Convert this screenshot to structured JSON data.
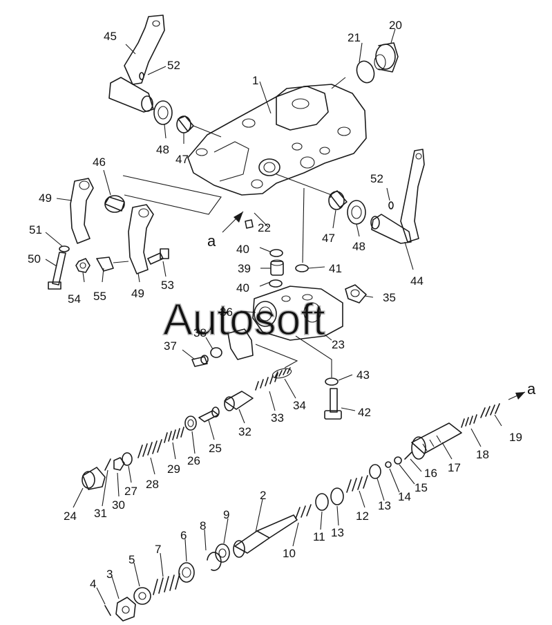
{
  "watermark": "Autosoft",
  "callouts": [
    {
      "id": "c1",
      "text": "1"
    },
    {
      "id": "c2",
      "text": "2"
    },
    {
      "id": "c3",
      "text": "3"
    },
    {
      "id": "c4",
      "text": "4"
    },
    {
      "id": "c5",
      "text": "5"
    },
    {
      "id": "c6",
      "text": "6"
    },
    {
      "id": "c7",
      "text": "7"
    },
    {
      "id": "c8",
      "text": "8"
    },
    {
      "id": "c9",
      "text": "9"
    },
    {
      "id": "c10",
      "text": "10"
    },
    {
      "id": "c11",
      "text": "11"
    },
    {
      "id": "c12",
      "text": "12"
    },
    {
      "id": "c13a",
      "text": "13"
    },
    {
      "id": "c13b",
      "text": "13"
    },
    {
      "id": "c14",
      "text": "14"
    },
    {
      "id": "c15",
      "text": "15"
    },
    {
      "id": "c16",
      "text": "16"
    },
    {
      "id": "c17",
      "text": "17"
    },
    {
      "id": "c18",
      "text": "18"
    },
    {
      "id": "c19",
      "text": "19"
    },
    {
      "id": "c20",
      "text": "20"
    },
    {
      "id": "c21",
      "text": "21"
    },
    {
      "id": "c22",
      "text": "22"
    },
    {
      "id": "c23",
      "text": "23"
    },
    {
      "id": "c24",
      "text": "24"
    },
    {
      "id": "c25",
      "text": "25"
    },
    {
      "id": "c26",
      "text": "26"
    },
    {
      "id": "c27",
      "text": "27"
    },
    {
      "id": "c28",
      "text": "28"
    },
    {
      "id": "c29",
      "text": "29"
    },
    {
      "id": "c30",
      "text": "30"
    },
    {
      "id": "c31",
      "text": "31"
    },
    {
      "id": "c32",
      "text": "32"
    },
    {
      "id": "c33",
      "text": "33"
    },
    {
      "id": "c34",
      "text": "34"
    },
    {
      "id": "c35",
      "text": "35"
    },
    {
      "id": "c36",
      "text": "36"
    },
    {
      "id": "c37",
      "text": "37"
    },
    {
      "id": "c38",
      "text": "38"
    },
    {
      "id": "c39",
      "text": "39"
    },
    {
      "id": "c40a",
      "text": "40"
    },
    {
      "id": "c40b",
      "text": "40"
    },
    {
      "id": "c41",
      "text": "41"
    },
    {
      "id": "c42",
      "text": "42"
    },
    {
      "id": "c43",
      "text": "43"
    },
    {
      "id": "c44",
      "text": "44"
    },
    {
      "id": "c45",
      "text": "45"
    },
    {
      "id": "c46",
      "text": "46"
    },
    {
      "id": "c47a",
      "text": "47"
    },
    {
      "id": "c47b",
      "text": "47"
    },
    {
      "id": "c48a",
      "text": "48"
    },
    {
      "id": "c48b",
      "text": "48"
    },
    {
      "id": "c49a",
      "text": "49"
    },
    {
      "id": "c49b",
      "text": "49"
    },
    {
      "id": "c50",
      "text": "50"
    },
    {
      "id": "c51",
      "text": "51"
    },
    {
      "id": "c52a",
      "text": "52"
    },
    {
      "id": "c52b",
      "text": "52"
    },
    {
      "id": "c53",
      "text": "53"
    },
    {
      "id": "c54",
      "text": "54"
    },
    {
      "id": "c55",
      "text": "55"
    }
  ],
  "markers": {
    "a_left": "a",
    "a_right": "a"
  }
}
